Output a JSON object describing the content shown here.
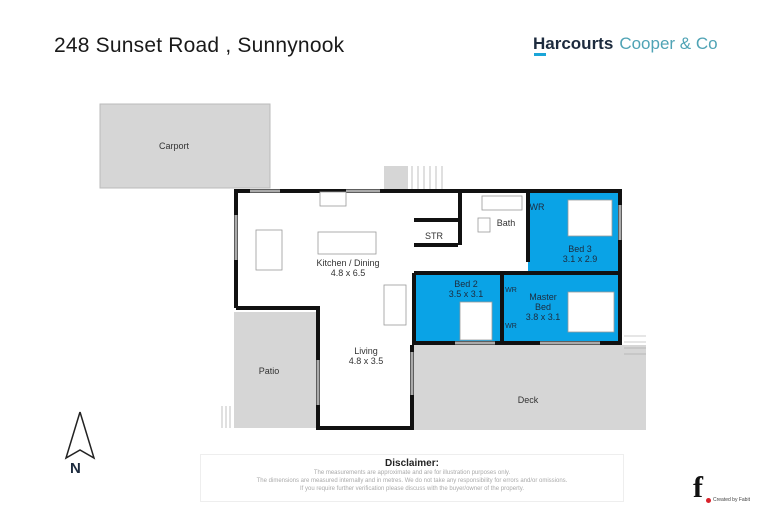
{
  "header": {
    "title": "248 Sunset Road , Sunnynook",
    "brand_primary": "Harcourts",
    "brand_secondary": "Cooper & Co"
  },
  "rooms": {
    "carport": "Carport",
    "kitchen": {
      "name": "Kitchen / Dining",
      "size": "4.8 x 6.5"
    },
    "living": {
      "name": "Living",
      "size": "4.8 x 3.5"
    },
    "patio": "Patio",
    "deck": "Deck",
    "str": "STR",
    "bath": "Bath",
    "wr1": "WR",
    "wr2": "WR",
    "wr3": "WR",
    "bed3": {
      "name": "Bed 3",
      "size": "3.1 x 2.9"
    },
    "bed2": {
      "name": "Bed 2",
      "size": "3.5 x 3.1"
    },
    "master": {
      "name": "Master",
      "name2": "Bed",
      "size": "3.8 x 3.1"
    }
  },
  "colors": {
    "bedroom": "#0aa3e6",
    "outdoor": "#d6d6d6",
    "wall": "#111111"
  },
  "compass": {
    "label": "N"
  },
  "disclaimer": {
    "title": "Disclaimer:",
    "lines": [
      "The measurements are approximate and are for illustration purposes only.",
      "The dimensions are measured internally and in metres. We do not take any responsibility for errors and/or omissions.",
      "If you require further verification please discuss with the buyer/owner of the property."
    ]
  },
  "footer": {
    "logo": "f",
    "credit": "Created by Fabit"
  }
}
